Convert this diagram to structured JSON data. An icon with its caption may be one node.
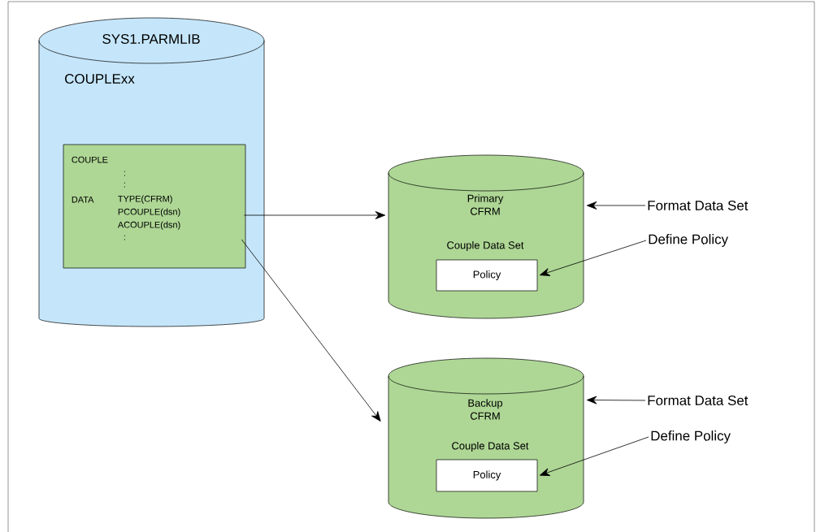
{
  "diagram": {
    "nodes": [
      {
        "text": [
          "SYS1.PARMLIB",
          "COUPLExx"
        ]
      },
      {
        "text": [
          "COUPLE",
          ":",
          ":",
          "DATA",
          "TYPE(CFRM)",
          "PCOUPLE(dsn)",
          "ACOUPLE(dsn)",
          ":"
        ],
        "in": 0
      },
      {
        "text": [
          "Primary CFRM",
          "Couple Data Set"
        ]
      },
      {
        "text": [
          "Policy"
        ],
        "in": 2
      },
      {
        "text": [
          "Backup CFRM",
          "Couple Data Set"
        ]
      },
      {
        "text": [
          "Policy"
        ],
        "in": 4
      },
      {
        "text": [
          "Format Data Set"
        ]
      },
      {
        "text": [
          "Define Policy"
        ]
      },
      {
        "text": [
          "Format Data Set"
        ]
      },
      {
        "text": [
          "Define Policy"
        ]
      }
    ],
    "edges": [
      {
        "from": 1,
        "to": 2,
        "arrow": "to"
      },
      {
        "from": 1,
        "to": 4,
        "arrow": "to"
      },
      {
        "from": 6,
        "to": 2,
        "arrow": "to"
      },
      {
        "from": 7,
        "to": 3,
        "arrow": "to"
      },
      {
        "from": 8,
        "to": 4,
        "arrow": "to"
      },
      {
        "from": 9,
        "to": 5,
        "arrow": "to"
      }
    ]
  }
}
